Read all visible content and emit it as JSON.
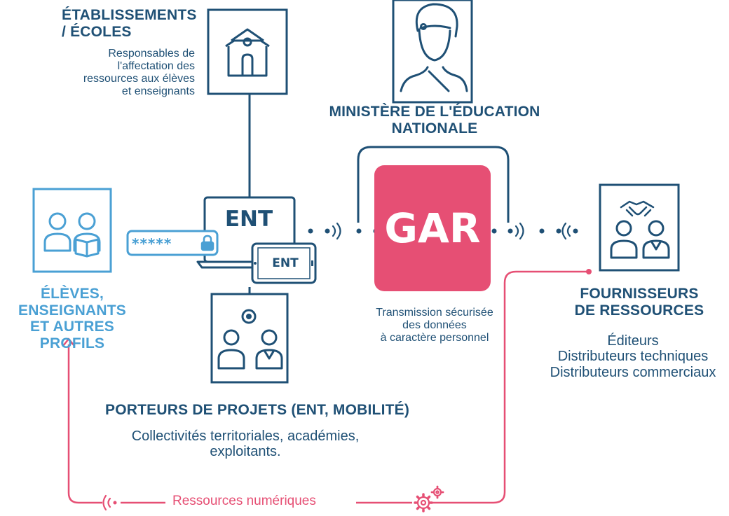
{
  "etablissements": {
    "title_line1": "ÉTABLISSEMENTS",
    "title_line2": "/ ÉCOLES",
    "desc_lines": [
      "Responsables de",
      "l'affectation des",
      "ressources aux élèves",
      "et enseignants"
    ]
  },
  "ministere": {
    "title_line1": "MINISTÈRE DE L'ÉDUCATION",
    "title_line2": "NATIONALE"
  },
  "eleves": {
    "lines": [
      "ÉLÈVES,",
      "ENSEIGNANTS",
      "ET AUTRES PROFILS"
    ]
  },
  "ent": {
    "main_label": "ENT",
    "tablet_label": "ENT",
    "password_mask": "*****"
  },
  "gar": {
    "label": "GAR",
    "caption_lines": [
      "Transmission sécurisée",
      "des données",
      "à caractère personnel"
    ]
  },
  "fournisseurs": {
    "title_line1": "FOURNISSEURS",
    "title_line2": "DE RESSOURCES",
    "list": [
      "Éditeurs",
      "Distributeurs techniques",
      "Distributeurs commerciaux"
    ]
  },
  "porteurs": {
    "title": "PORTEURS DE PROJETS (ENT, MOBILITÉ)",
    "desc_line1": "Collectivités territoriales, académies,",
    "desc_line2": "exploitants."
  },
  "ressources": {
    "label": "Ressources numériques"
  },
  "colors": {
    "navy": "#1f5075",
    "light_blue": "#4aa0d4",
    "pink": "#e64f74"
  },
  "icons": [
    "school-icon",
    "minister-portrait-icon",
    "students-icon",
    "laptop-icon",
    "tablet-icon",
    "lock-icon",
    "handshake-icon",
    "project-holders-icon",
    "gear-icon",
    "signal-icon"
  ]
}
